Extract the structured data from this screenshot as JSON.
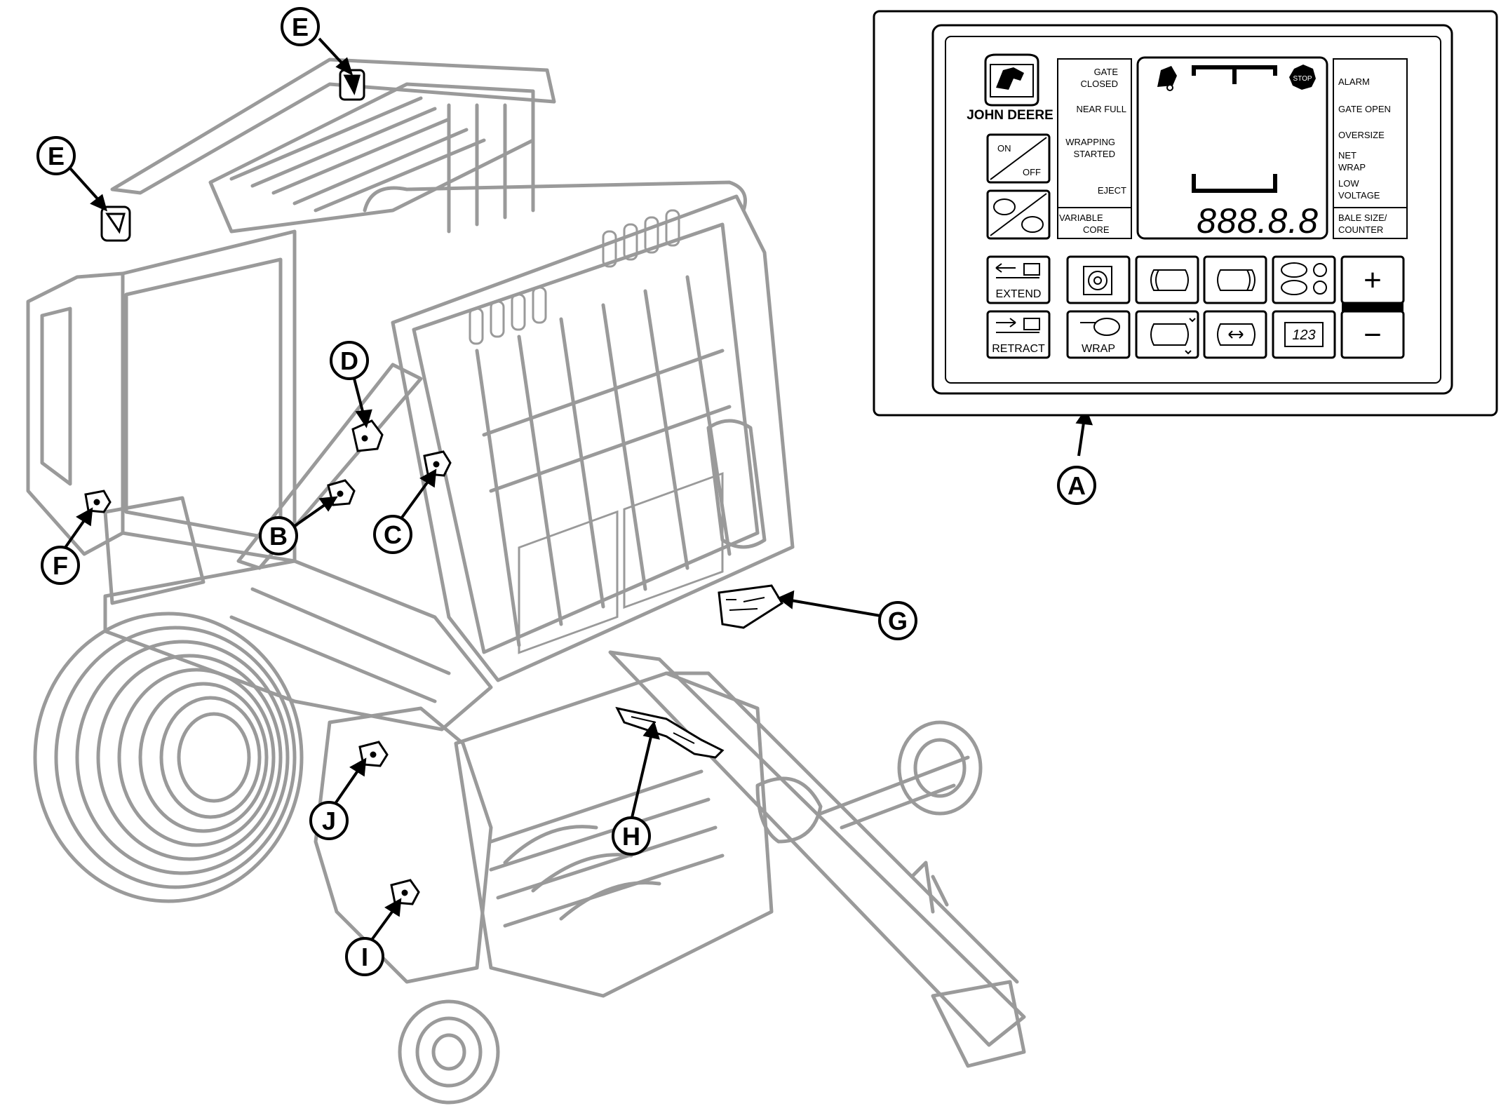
{
  "callouts": {
    "A": "A",
    "B": "B",
    "C": "C",
    "D": "D",
    "E": "E",
    "F": "F",
    "G": "G",
    "H": "H",
    "I": "I",
    "J": "J"
  },
  "monitor": {
    "brand": "JOHN DEERE",
    "left_indicators": {
      "gate_closed_1": "GATE",
      "gate_closed_2": "CLOSED",
      "near_full": "NEAR FULL",
      "wrapping_1": "WRAPPING",
      "wrapping_2": "STARTED",
      "eject": "EJECT",
      "variable_1": "VARIABLE",
      "variable_2": "CORE"
    },
    "right_indicators": {
      "alarm": "ALARM",
      "gate_open": "GATE OPEN",
      "oversize": "OVERSIZE",
      "net_1": "NET",
      "net_2": "WRAP",
      "low_1": "LOW",
      "low_2": "VOLTAGE",
      "bale_1": "BALE SIZE/",
      "bale_2": "COUNTER"
    },
    "stop_icon": "STOP",
    "display_digits": "888.8.8",
    "buttons": {
      "on": "ON",
      "off": "OFF",
      "extend": "EXTEND",
      "retract": "RETRACT",
      "wrap": "WRAP",
      "counter": "123",
      "plus": "+",
      "minus": "−"
    }
  }
}
